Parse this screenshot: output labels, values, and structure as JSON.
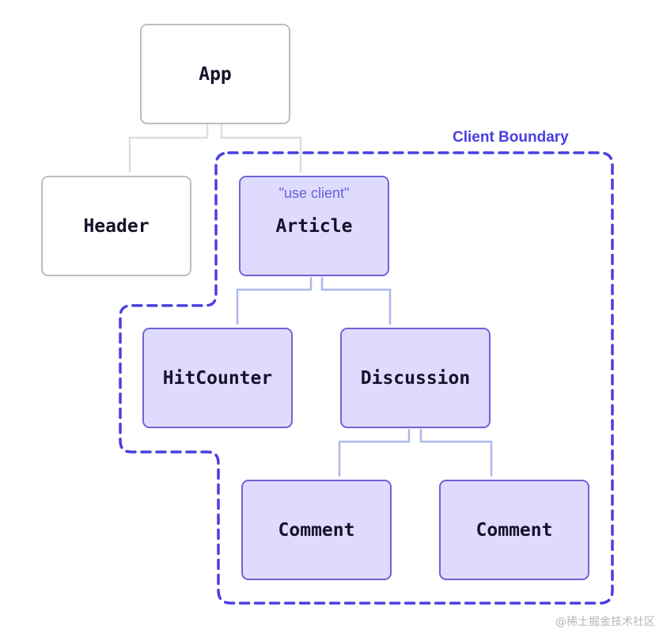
{
  "boundary": {
    "label": "Client Boundary",
    "color": "#4b3fe0"
  },
  "nodes": {
    "app": {
      "label": "App"
    },
    "header": {
      "label": "Header"
    },
    "article": {
      "label": "Article",
      "directive": "\"use client\""
    },
    "hitcounter": {
      "label": "HitCounter"
    },
    "discussion": {
      "label": "Discussion"
    },
    "comment_1": {
      "label": "Comment"
    },
    "comment_2": {
      "label": "Comment"
    }
  },
  "colors": {
    "server_border": "#bdbdc2",
    "client_fill": "#dedbff",
    "client_border": "#7162d6",
    "server_connector": "#dedede",
    "client_connector": "#adb8ee"
  },
  "watermark": "@稀土掘金技术社区"
}
